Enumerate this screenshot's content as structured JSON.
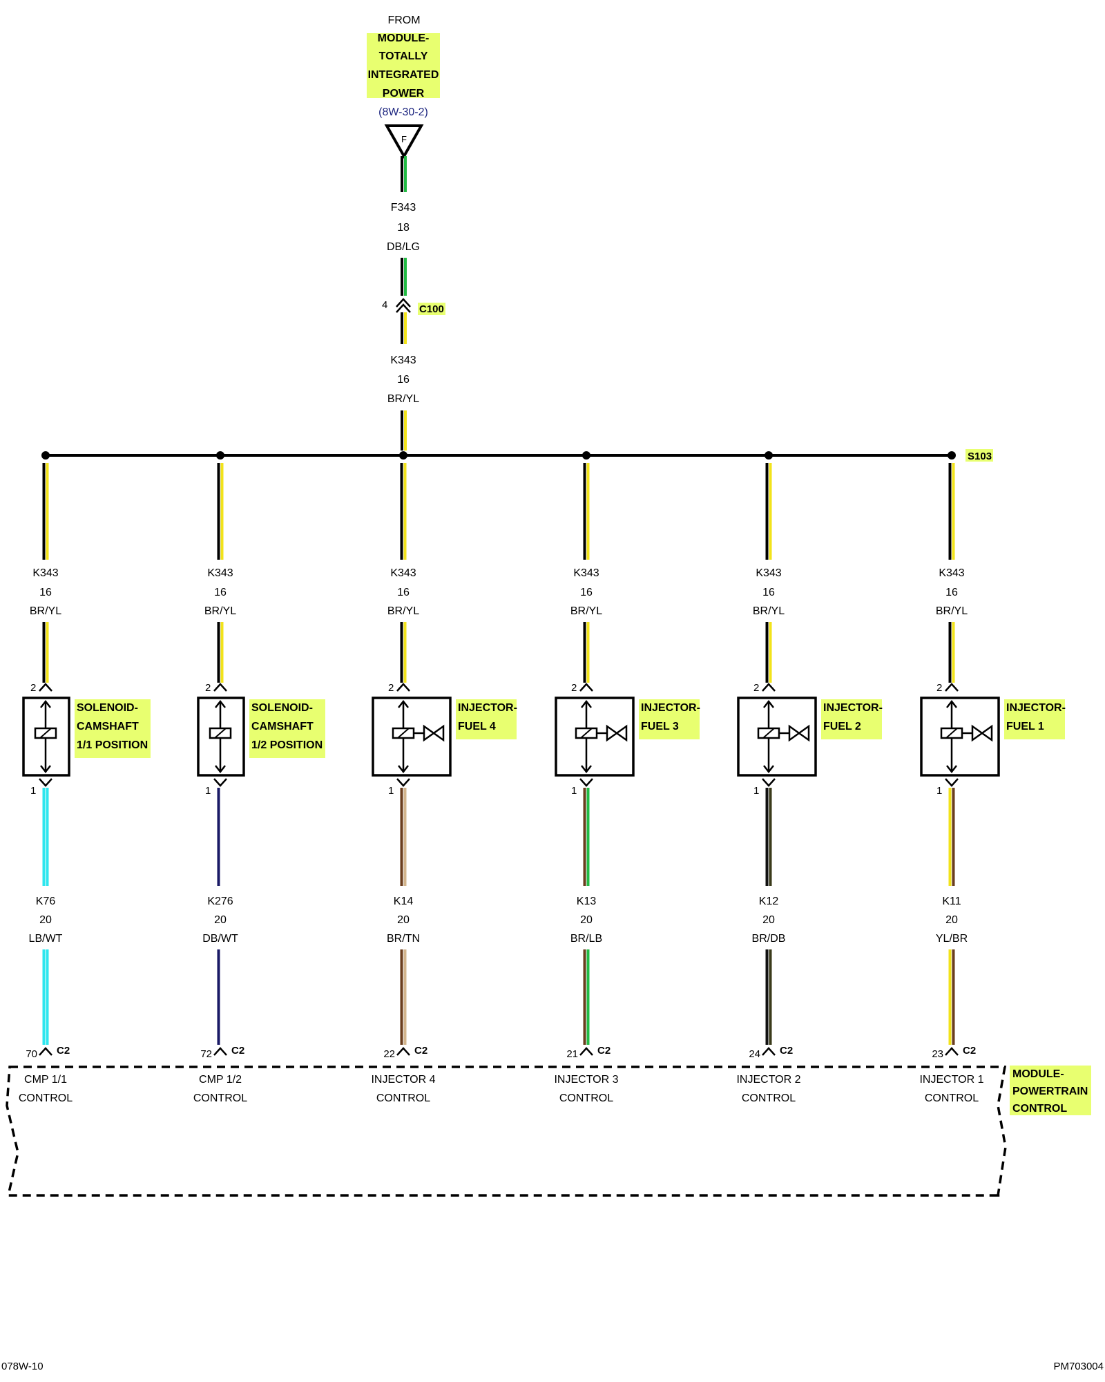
{
  "source": {
    "from_label": "FROM",
    "module_lines": [
      "MODULE-",
      "TOTALLY",
      "INTEGRATED",
      "POWER"
    ],
    "ref": "(8W-30-2)",
    "terminal_letter": "F"
  },
  "feed_wire": {
    "circuit": "F343",
    "gauge": "18",
    "color": "DB/LG"
  },
  "inline_connector": {
    "pin": "4",
    "name": "C100"
  },
  "main_wire": {
    "circuit": "K343",
    "gauge": "16",
    "color": "BR/YL"
  },
  "splice": {
    "name": "S103"
  },
  "branches": [
    {
      "supply": {
        "circuit": "K343",
        "gauge": "16",
        "color": "BR/YL",
        "pin": "2"
      },
      "component": {
        "type": "solenoid",
        "label_lines": [
          "SOLENOID-",
          "CAMSHAFT",
          "1/1 POSITION"
        ]
      },
      "out_pin": "1",
      "control": {
        "circuit": "K76",
        "gauge": "20",
        "color": "LB/WT",
        "pcm_pin": "70",
        "connector": "C2",
        "function_lines": [
          "CMP 1/1",
          "CONTROL"
        ]
      },
      "wire_colors": [
        "#2ee6ee",
        "#2ee6ee"
      ]
    },
    {
      "supply": {
        "circuit": "K343",
        "gauge": "16",
        "color": "BR/YL",
        "pin": "2"
      },
      "component": {
        "type": "solenoid",
        "label_lines": [
          "SOLENOID-",
          "CAMSHAFT",
          "1/2 POSITION"
        ]
      },
      "out_pin": "1",
      "control": {
        "circuit": "K276",
        "gauge": "20",
        "color": "DB/WT",
        "pcm_pin": "72",
        "connector": "C2",
        "function_lines": [
          "CMP 1/2",
          "CONTROL"
        ]
      },
      "wire_colors": [
        "#1a1a66",
        "#ffffff"
      ]
    },
    {
      "supply": {
        "circuit": "K343",
        "gauge": "16",
        "color": "BR/YL",
        "pin": "2"
      },
      "component": {
        "type": "injector",
        "label_lines": [
          "INJECTOR-",
          "FUEL 4"
        ]
      },
      "out_pin": "1",
      "control": {
        "circuit": "K14",
        "gauge": "20",
        "color": "BR/TN",
        "pcm_pin": "22",
        "connector": "C2",
        "function_lines": [
          "INJECTOR 4",
          "CONTROL"
        ]
      },
      "wire_colors": [
        "#6b3e1e",
        "#d2b48c"
      ]
    },
    {
      "supply": {
        "circuit": "K343",
        "gauge": "16",
        "color": "BR/YL",
        "pin": "2"
      },
      "component": {
        "type": "injector",
        "label_lines": [
          "INJECTOR-",
          "FUEL 3"
        ]
      },
      "out_pin": "1",
      "control": {
        "circuit": "K13",
        "gauge": "20",
        "color": "BR/LB",
        "pcm_pin": "21",
        "connector": "C2",
        "function_lines": [
          "INJECTOR 3",
          "CONTROL"
        ]
      },
      "wire_colors": [
        "#6b3e1e",
        "#22bb44"
      ]
    },
    {
      "supply": {
        "circuit": "K343",
        "gauge": "16",
        "color": "BR/YL",
        "pin": "2"
      },
      "component": {
        "type": "injector",
        "label_lines": [
          "INJECTOR-",
          "FUEL 2"
        ]
      },
      "out_pin": "1",
      "control": {
        "circuit": "K12",
        "gauge": "20",
        "color": "BR/DB",
        "pcm_pin": "24",
        "connector": "C2",
        "function_lines": [
          "INJECTOR 2",
          "CONTROL"
        ]
      },
      "wire_colors": [
        "#111111",
        "#3a3a1a"
      ]
    },
    {
      "supply": {
        "circuit": "K343",
        "gauge": "16",
        "color": "BR/YL",
        "pin": "2"
      },
      "component": {
        "type": "injector",
        "label_lines": [
          "INJECTOR-",
          "FUEL 1"
        ]
      },
      "out_pin": "1",
      "control": {
        "circuit": "K11",
        "gauge": "20",
        "color": "YL/BR",
        "pcm_pin": "23",
        "connector": "C2",
        "function_lines": [
          "INJECTOR 1",
          "CONTROL"
        ]
      },
      "wire_colors": [
        "#f2e31a",
        "#6b3e1e"
      ]
    }
  ],
  "pcm": {
    "label_lines": [
      "MODULE-",
      "POWERTRAIN",
      "CONTROL"
    ]
  },
  "footer": {
    "left": "078W-10",
    "right": "PM703004"
  },
  "colors": {
    "highlight": "#e8ff70",
    "yellow": "#f2e31a",
    "green": "#22bb44",
    "ref_blue": "#1a237e"
  }
}
